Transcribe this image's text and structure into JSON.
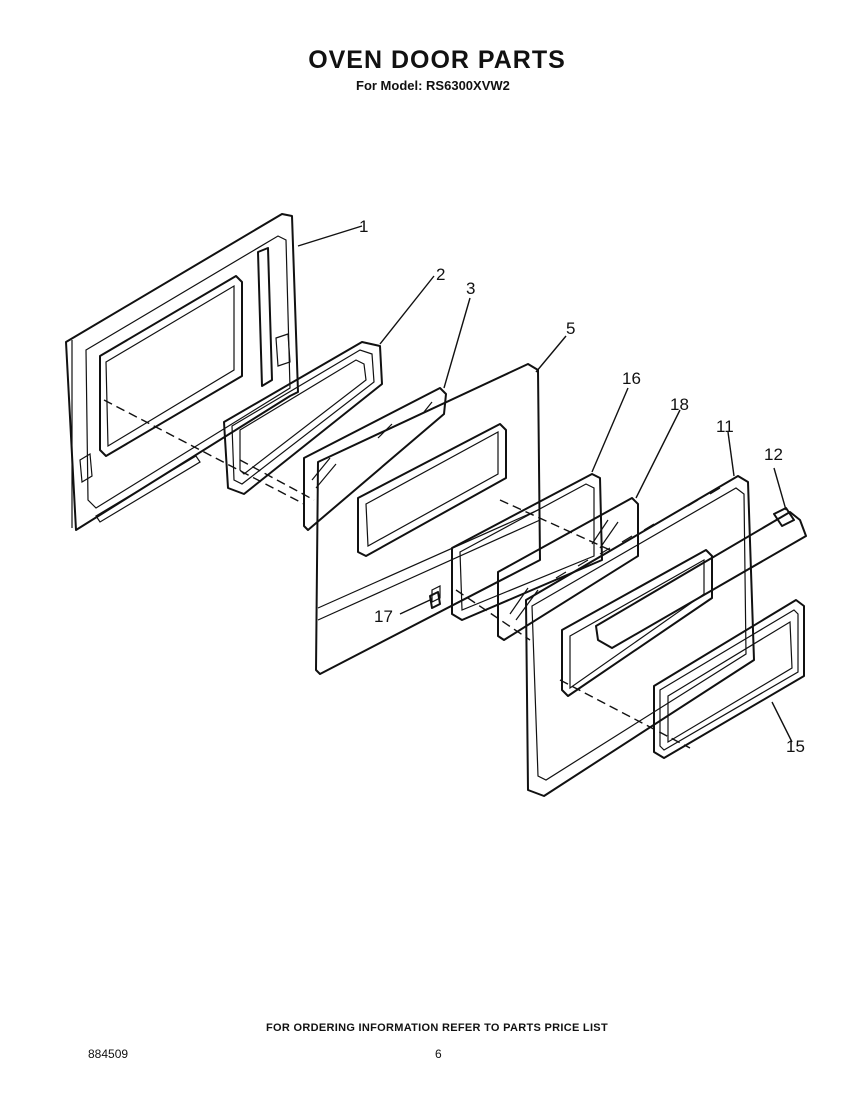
{
  "header": {
    "title": "OVEN DOOR PARTS",
    "subtitle": "For Model: RS6300XVW2"
  },
  "callouts": [
    "1",
    "2",
    "3",
    "5",
    "16",
    "18",
    "11",
    "12",
    "17",
    "15"
  ],
  "footer": {
    "ordering_note": "FOR ORDERING INFORMATION REFER TO PARTS PRICE LIST",
    "doc_code": "884509",
    "page_number": "6"
  }
}
